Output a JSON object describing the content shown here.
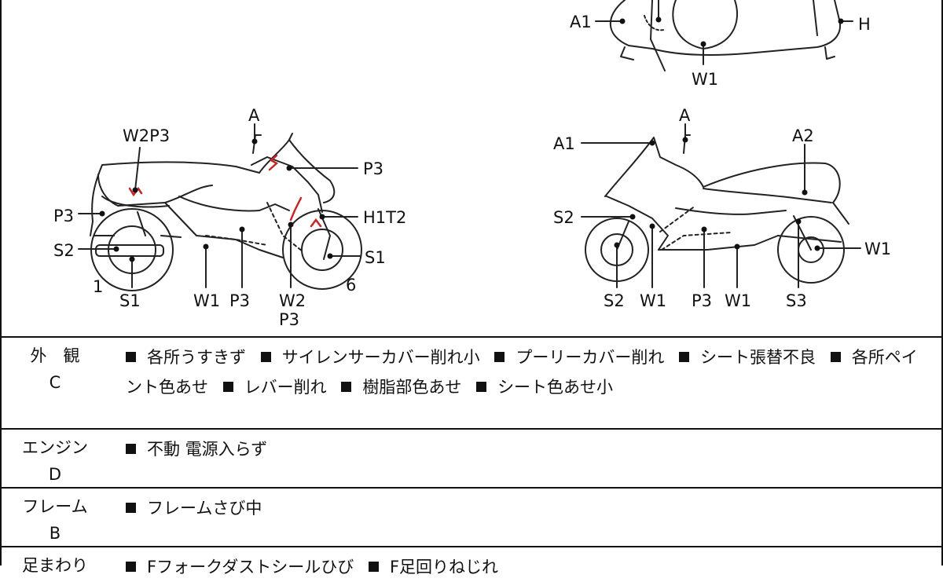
{
  "diagram": {
    "top_view_labels": [
      "A1",
      "H",
      "W1"
    ],
    "left_view_labels": [
      "A",
      "W2P3",
      "P3",
      "H1T2",
      "P3",
      "S2",
      "S1",
      "1",
      "S1",
      "W1",
      "P3",
      "W2",
      "P3",
      "6"
    ],
    "right_view_labels": [
      "A",
      "A1",
      "A2",
      "S2",
      "W1",
      "S2",
      "W1",
      "P3",
      "W1",
      "S3"
    ],
    "damage_mark_color": "#c62828"
  },
  "rows": [
    {
      "category": "外　観",
      "grade": "C",
      "notes": [
        "各所うすきず",
        "サイレンサーカバー削れ小",
        "プーリーカバー削れ",
        "シート張替不良",
        "各所ペイント色あせ",
        "レバー削れ",
        "樹脂部色あせ",
        "シート色あせ小"
      ]
    },
    {
      "category": "エンジン",
      "grade": "D",
      "notes": [
        "不動 電源入らず"
      ]
    },
    {
      "category": "フレーム",
      "grade": "B",
      "notes": [
        "フレームさび中"
      ]
    },
    {
      "category": "足まわり",
      "grade": "",
      "notes": [
        "Fフォークダストシールひび",
        "F足回りねじれ"
      ]
    }
  ]
}
